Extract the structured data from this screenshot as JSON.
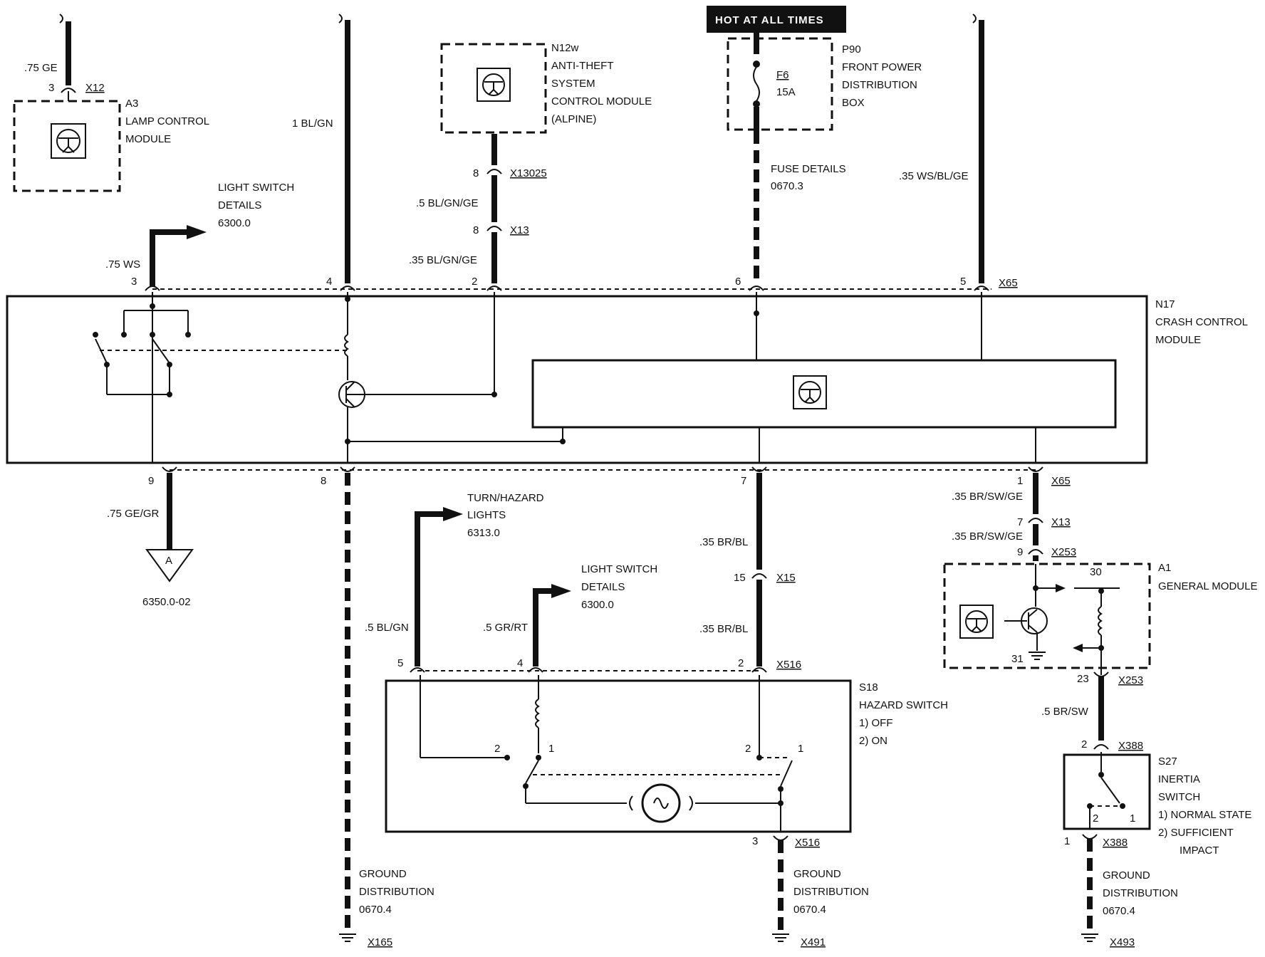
{
  "hot_label": "HOT AT ALL TIMES",
  "components": {
    "a3": {
      "id": "A3",
      "line1": "LAMP CONTROL",
      "line2": "MODULE"
    },
    "n12w": {
      "id": "N12w",
      "line1": "ANTI-THEFT",
      "line2": "SYSTEM",
      "line3": "CONTROL MODULE",
      "line4": "(ALPINE)"
    },
    "p90": {
      "id": "P90",
      "line1": "FRONT POWER",
      "line2": "DISTRIBUTION",
      "line3": "BOX"
    },
    "fuse": {
      "id": "F6",
      "rating": "15A"
    },
    "n17": {
      "id": "N17",
      "line1": "CRASH CONTROL",
      "line2": "MODULE"
    },
    "s18": {
      "id": "S18",
      "line1": "HAZARD SWITCH",
      "state1": "1)   OFF",
      "state2": "2)   ON"
    },
    "a1": {
      "id": "A1",
      "line1": "GENERAL MODULE"
    },
    "s27": {
      "id": "S27",
      "line1": "INERTIA",
      "line2": "SWITCH",
      "state1": "1)   NORMAL STATE",
      "state2": "2)   SUFFICIENT",
      "state2b": "IMPACT"
    }
  },
  "references": {
    "light_switch_top": {
      "line1": "LIGHT SWITCH",
      "line2": "DETAILS",
      "code": "6300.0"
    },
    "fuse_details": {
      "line1": "FUSE DETAILS",
      "code": "0670.3"
    },
    "turn_hazard": {
      "line1": "TURN/HAZARD",
      "line2": "LIGHTS",
      "code": "6313.0"
    },
    "light_switch_bottom": {
      "line1": "LIGHT SWITCH",
      "line2": "DETAILS",
      "code": "6300.0"
    },
    "ground_a": {
      "code": "6350.0-02",
      "letter": "A"
    },
    "ground_1": {
      "line1": "GROUND",
      "line2": "DISTRIBUTION",
      "code": "0670.4",
      "conn": "X165"
    },
    "ground_2": {
      "line1": "GROUND",
      "line2": "DISTRIBUTION",
      "code": "0670.4",
      "conn": "X491"
    },
    "ground_3": {
      "line1": "GROUND",
      "line2": "DISTRIBUTION",
      "code": "0670.4",
      "conn": "X493"
    }
  },
  "wires": {
    "w_a3": {
      "color": ".75 GE",
      "pin": "3",
      "conn": "X12"
    },
    "w_blgn": {
      "color": "1 BL/GN"
    },
    "w_n12w_top": {
      "pin": "8",
      "conn": "X13025"
    },
    "w_n12w_mid": {
      "color": ".5 BL/GN/GE",
      "pin": "8",
      "conn": "X13"
    },
    "w_n12w_low": {
      "color": ".35 BL/GN/GE"
    },
    "w_wsblge": {
      "color": ".35 WS/BL/GE"
    },
    "w_ws": {
      "color": ".75 WS"
    },
    "w_gegr": {
      "color": ".75 GE/GR"
    },
    "w_brbl1": {
      "color": ".35 BR/BL",
      "pin": "15",
      "conn": "X15"
    },
    "w_brbl2": {
      "color": ".35 BR/BL"
    },
    "w_brswge1": {
      "color": ".35 BR/SW/GE",
      "pin": "1",
      "conn": "X65"
    },
    "w_brswge2": {
      "color": ".35 BR/SW/GE",
      "pin": "7",
      "conn": "X13"
    },
    "w_a1_in": {
      "pin": "9",
      "conn": "X253"
    },
    "w_brsw": {
      "color": ".5 BR/SW"
    },
    "w_blgn5": {
      "color": ".5 BL/GN"
    },
    "w_grrt": {
      "color": ".5 GR/RT"
    }
  },
  "n17_pins_top": {
    "p1": "3",
    "p2": "4",
    "p3": "2",
    "p4": "6",
    "p5": "5",
    "conn": "X65"
  },
  "n17_pins_bottom": {
    "p1": "9",
    "p2": "8",
    "p3": "7"
  },
  "s18_pins_top": {
    "p1": "5",
    "p2": "4",
    "p3": "2",
    "conn": "X516"
  },
  "s18_pins_bottom": {
    "p1": "3",
    "conn": "X516"
  },
  "s18_contacts": {
    "a2": "2",
    "a1": "1",
    "b2": "2",
    "b1": "1"
  },
  "a1_pins": {
    "p30": "30",
    "p31": "31",
    "p23": "23",
    "conn": "X253"
  },
  "s27_pins": {
    "top": "2",
    "top_conn": "X388",
    "bot": "1",
    "bot_conn": "X388",
    "c2": "2",
    "c1": "1"
  }
}
